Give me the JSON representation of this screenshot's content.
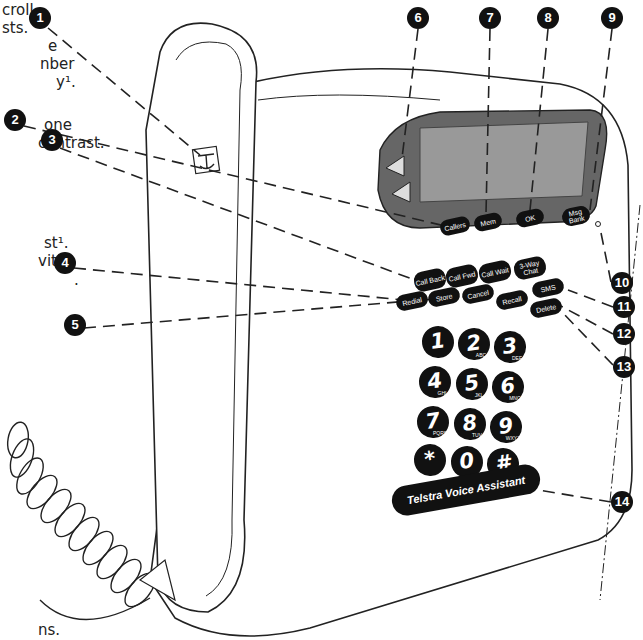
{
  "diagram": {
    "labels": [
      "croll",
      "sts.",
      "e",
      "nber",
      "y¹.",
      "one",
      "contrast.",
      "st¹.",
      "vith",
      ".",
      "ns.",
      "1",
      "2",
      "3",
      "4",
      "5",
      "6",
      "7",
      "8",
      "9",
      "10",
      "11",
      "12",
      "13",
      "14",
      "Callers",
      "Mem",
      "OK",
      "Msg Bank",
      "Call Back",
      "Call Fwd",
      "Call Wait",
      "3-Way Chat",
      "Redial",
      "Store",
      "Cancel",
      "SMS",
      "Recall",
      "Delete",
      "1",
      "2",
      "ABC",
      "3",
      "DEF",
      "4",
      "GHI",
      "5",
      "JKL",
      "6",
      "MNO",
      "7",
      "PQRS",
      "8",
      "TUV",
      "9",
      "WXYZ",
      "*",
      "0",
      "#",
      "Telstra Voice Assistant"
    ]
  }
}
